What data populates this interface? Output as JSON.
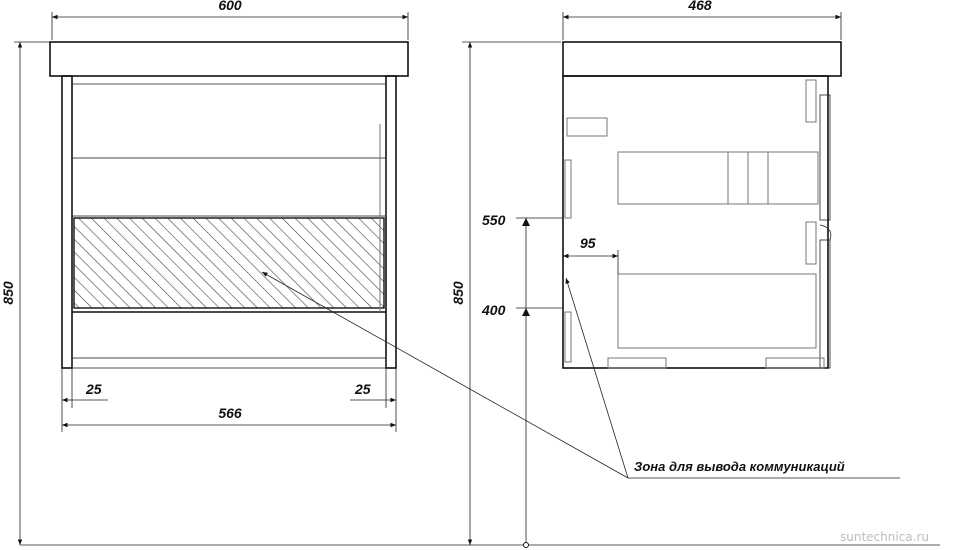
{
  "front_view": {
    "width_label": "600",
    "height_label": "850",
    "left_offset_label": "25",
    "right_offset_label": "25",
    "inner_width_label": "566"
  },
  "side_view": {
    "depth_label": "468",
    "height_label": "850",
    "height_550_label": "550",
    "height_400_label": "400",
    "offset_95_label": "95"
  },
  "note": {
    "text": "Зона для вывода коммуникаций"
  },
  "watermark": {
    "text": "suntechnica.ru"
  }
}
